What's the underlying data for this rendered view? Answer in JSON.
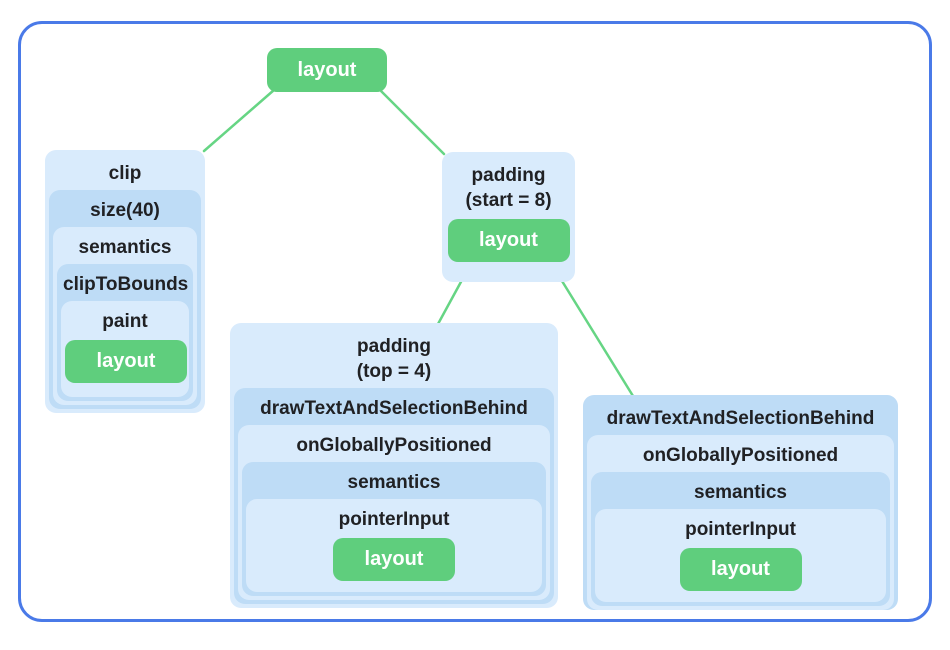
{
  "diagram": {
    "title": "modifier-node-tree",
    "colors": {
      "frame_blue": "#4a7ae8",
      "light_blue": "#d9ebfc",
      "dark_blue": "#bedcf6",
      "green": "#5fce7d",
      "line_green": "#66d584",
      "text": "#202124",
      "green_text": "#ffffff",
      "background": "#ffffff"
    },
    "root_node": {
      "label": "layout",
      "kind": "green"
    },
    "trees": {
      "clip": {
        "label": "clip",
        "kind": "light",
        "child": {
          "label": "size(40)",
          "kind": "dark",
          "child": {
            "label": "semantics",
            "kind": "light",
            "child": {
              "label": "clipToBounds",
              "kind": "dark",
              "child": {
                "label": "paint",
                "kind": "light",
                "child": {
                  "label": "layout",
                  "kind": "green"
                }
              }
            }
          }
        }
      },
      "padding_start": {
        "label": "padding\n(start = 8)",
        "kind": "light",
        "child": {
          "label": "layout",
          "kind": "green"
        }
      },
      "padding_top": {
        "label": "padding\n(top = 4)",
        "kind": "light",
        "child": {
          "label": "drawTextAndSelectionBehind",
          "kind": "dark",
          "child": {
            "label": "onGloballyPositioned",
            "kind": "light",
            "child": {
              "label": "semantics",
              "kind": "dark",
              "child": {
                "label": "pointerInput",
                "kind": "light",
                "child": {
                  "label": "layout",
                  "kind": "green"
                }
              }
            }
          }
        }
      },
      "draw_text": {
        "label": "drawTextAndSelectionBehind",
        "kind": "dark",
        "child": {
          "label": "onGloballyPositioned",
          "kind": "light",
          "child": {
            "label": "semantics",
            "kind": "dark",
            "child": {
              "label": "pointerInput",
              "kind": "light",
              "child": {
                "label": "layout",
                "kind": "green"
              }
            }
          }
        }
      }
    }
  }
}
